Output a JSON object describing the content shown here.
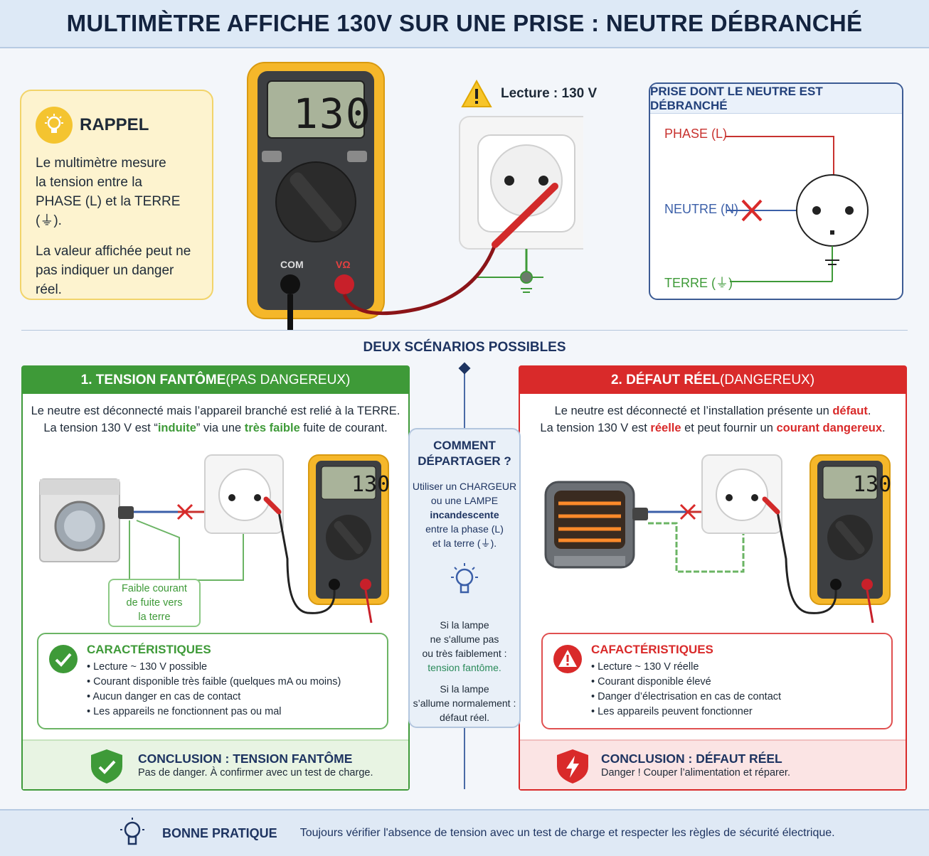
{
  "title": "MULTIMÈTRE AFFICHE 130V SUR UNE PRISE : NEUTRE DÉBRANCHÉ",
  "rappel": {
    "heading": "RAPPEL",
    "line1": "Le multimètre mesure",
    "line2": "la tension entre la",
    "line3": "PHASE (L) et la TERRE (⏚).",
    "line4": "La valeur affichée peut ne",
    "line5": "pas indiquer un danger",
    "line6": "réel."
  },
  "meter": {
    "display": "130",
    "unit": "v",
    "com": "COM",
    "vohm": "VΩ"
  },
  "lecture": "Lecture : 130 V",
  "schema": {
    "title": "PRISE DONT LE NEUTRE EST DÉBRANCHÉ",
    "phase": "PHASE (L)",
    "neutre": "NEUTRE (N)",
    "terre": "TERRE (⏚)",
    "colors": {
      "phase": "#c8322f",
      "neutre": "#3b5fa8",
      "terre": "#3e9a38"
    }
  },
  "scenarios_title": "DEUX SCÉNARIOS POSSIBLES",
  "scenario1": {
    "heading_main": "1. TENSION FANTÔME",
    "heading_sub": " (PAS DANGEREUX)",
    "desc1": "Le neutre est déconnecté mais l’appareil branché est relié à la TERRE.",
    "desc2_a": "La tension 130 V est “",
    "desc2_b": "induite",
    "desc2_c": "” via une ",
    "desc2_d": "très faible",
    "desc2_e": " fuite de courant.",
    "leak_label1": "Faible courant",
    "leak_label2": "de fuite vers",
    "leak_label3": "la terre",
    "meter_display": "130",
    "carac_title": "CARACTÉRISTIQUES",
    "carac": [
      "Lecture ~ 130 V possible",
      "Courant disponible très faible (quelques mA ou moins)",
      "Aucun danger en cas de contact",
      "Les appareils ne fonctionnent pas ou mal"
    ],
    "concl_title": "CONCLUSION : TENSION FANTÔME",
    "concl_text": "Pas de danger. À confirmer avec un test de charge."
  },
  "scenario2": {
    "heading_main": "2. DÉFAUT RÉEL",
    "heading_sub": " (DANGEREUX)",
    "desc1_a": "Le neutre est déconnecté et l’installation présente un ",
    "desc1_b": "défaut",
    "desc1_c": ".",
    "desc2_a": "La tension 130 V est ",
    "desc2_b": "réelle",
    "desc2_c": " et peut fournir un ",
    "desc2_d": "courant dangereux",
    "desc2_e": ".",
    "meter_display": "130",
    "carac_title": "CAFACTÉRISTIQUES",
    "carac": [
      "Lecture ~ 130 V réelle",
      "Courant disponible élevé",
      "Danger d’électrisation en cas de contact",
      "Les appareils peuvent fonctionner"
    ],
    "concl_title": "CONCLUSION : DÉFAUT RÉEL",
    "concl_text": "Danger ! Couper l’alimentation et réparer."
  },
  "comment": {
    "title1": "COMMENT",
    "title2": "DÉPARTAGER ?",
    "cmd1": "Utiliser un CHARGEUR",
    "cmd2": "ou une LAMPE",
    "cmd3": "incandescente",
    "cmd4": "entre la phase (L)",
    "cmd5": "et la terre (⏚).",
    "r1a": "Si la lampe",
    "r1b": "ne s'allume pas",
    "r1c": "ou très faiblement :",
    "r1d": "tension fantôme.",
    "r2a": "Si la lampe",
    "r2b": "s’allume normalement :",
    "r2c": "défaut réel."
  },
  "footer": {
    "label": "BONNE PRATIQUE",
    "text": "Toujours vérifier l'absence de tension avec un test de charge et respecter les règles de sécurité électrique."
  }
}
